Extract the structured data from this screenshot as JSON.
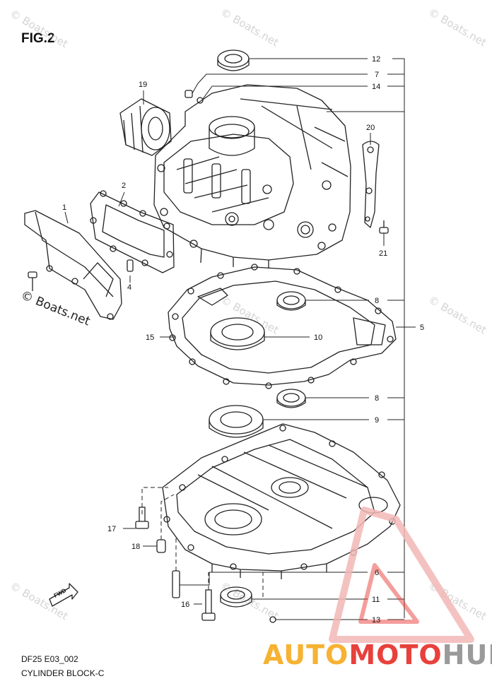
{
  "figure": {
    "title": "FIG.2",
    "code": "DF25 E03_002",
    "name": "CYLINDER BLOCK-C"
  },
  "watermark": {
    "text": "© Boats.net"
  },
  "logo": {
    "part1": "AUTO",
    "part2": "MOTO",
    "part3": "HUB",
    "colors": {
      "auto": "#f6b233",
      "moto": "#e8413c",
      "hub": "#9a9a9a"
    }
  },
  "fwd_label": "FWD",
  "callouts": [
    {
      "id": "12",
      "label": "12"
    },
    {
      "id": "7",
      "label": "7"
    },
    {
      "id": "14",
      "label": "14"
    },
    {
      "id": "19",
      "label": "19"
    },
    {
      "id": "20",
      "label": "20"
    },
    {
      "id": "21",
      "label": "21"
    },
    {
      "id": "2",
      "label": "2"
    },
    {
      "id": "1",
      "label": "1"
    },
    {
      "id": "4",
      "label": "4"
    },
    {
      "id": "8a",
      "label": "8"
    },
    {
      "id": "5",
      "label": "5"
    },
    {
      "id": "15",
      "label": "15"
    },
    {
      "id": "10",
      "label": "10"
    },
    {
      "id": "8b",
      "label": "8"
    },
    {
      "id": "9",
      "label": "9"
    },
    {
      "id": "17",
      "label": "17"
    },
    {
      "id": "18",
      "label": "18"
    },
    {
      "id": "6",
      "label": "6"
    },
    {
      "id": "16",
      "label": "16"
    },
    {
      "id": "11",
      "label": "11"
    },
    {
      "id": "13",
      "label": "13"
    }
  ]
}
